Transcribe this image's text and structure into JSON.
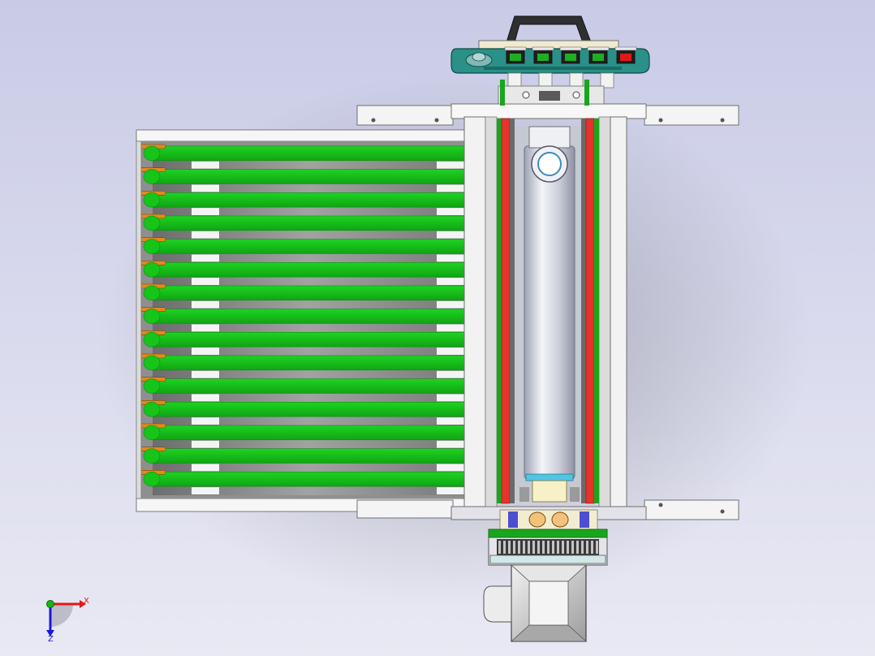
{
  "viewport": {
    "background_top": "#c9cbe6",
    "background_bottom": "#e9e9f4"
  },
  "model": {
    "belt_strip_count": 15,
    "control_box_button_count": 5,
    "colors": {
      "belt_green": "#16c41a",
      "belt_green_dark": "#0b8f10",
      "roller_orange": "#e08a1c",
      "frame_white": "#f4f4f4",
      "frame_gray": "#a8a8a8",
      "rail_red": "#e8322c",
      "rail_green": "#1aa51e",
      "roller_silver": "#d6d8e0",
      "control_panel_teal": "#2a9088",
      "button_green": "#1fae22",
      "button_red": "#e01818",
      "motor_gray": "#c8c8c8",
      "gear_dark": "#3a3a3a",
      "bearing_blue": "#4e4ed0"
    }
  },
  "triad": {
    "x_label": "X",
    "z_label": "Z",
    "x_color": "#e01818",
    "y_color": "#18b418",
    "z_color": "#1818d8"
  }
}
